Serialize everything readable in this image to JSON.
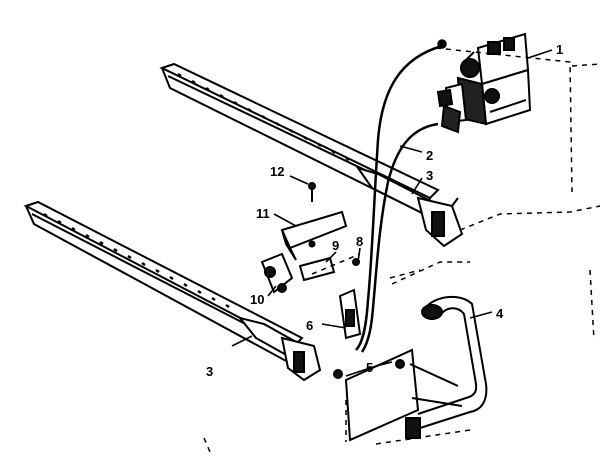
{
  "diagram": {
    "part_labels": [
      "1",
      "2",
      "3",
      "3",
      "4",
      "5",
      "6",
      "8",
      "9",
      "10",
      "11",
      "12"
    ]
  }
}
